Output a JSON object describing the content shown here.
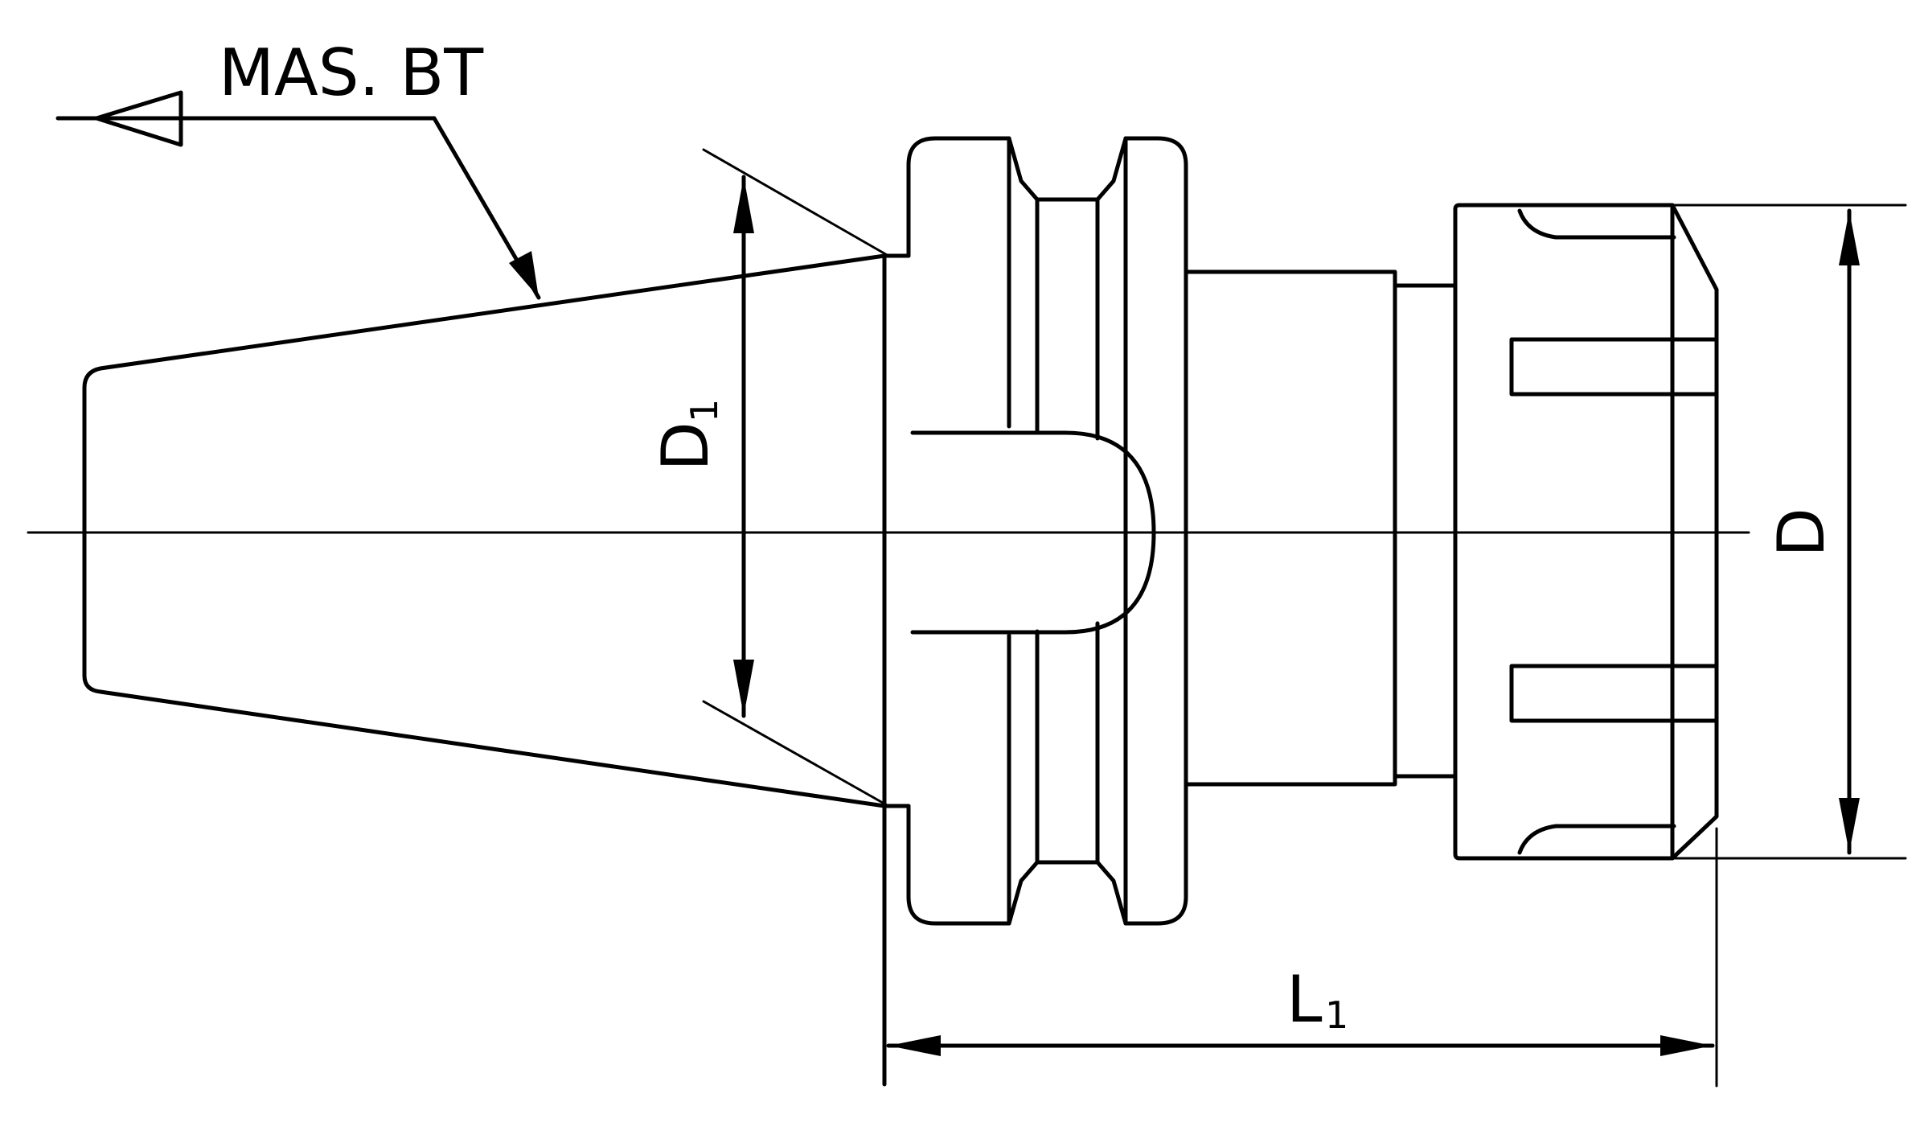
{
  "drawing": {
    "labels": {
      "taper_spec": "MAS. BT",
      "flange_diameter": "D",
      "flange_diameter_sub": "1",
      "nut_diameter": "D",
      "length": "L",
      "length_sub": "1"
    }
  }
}
